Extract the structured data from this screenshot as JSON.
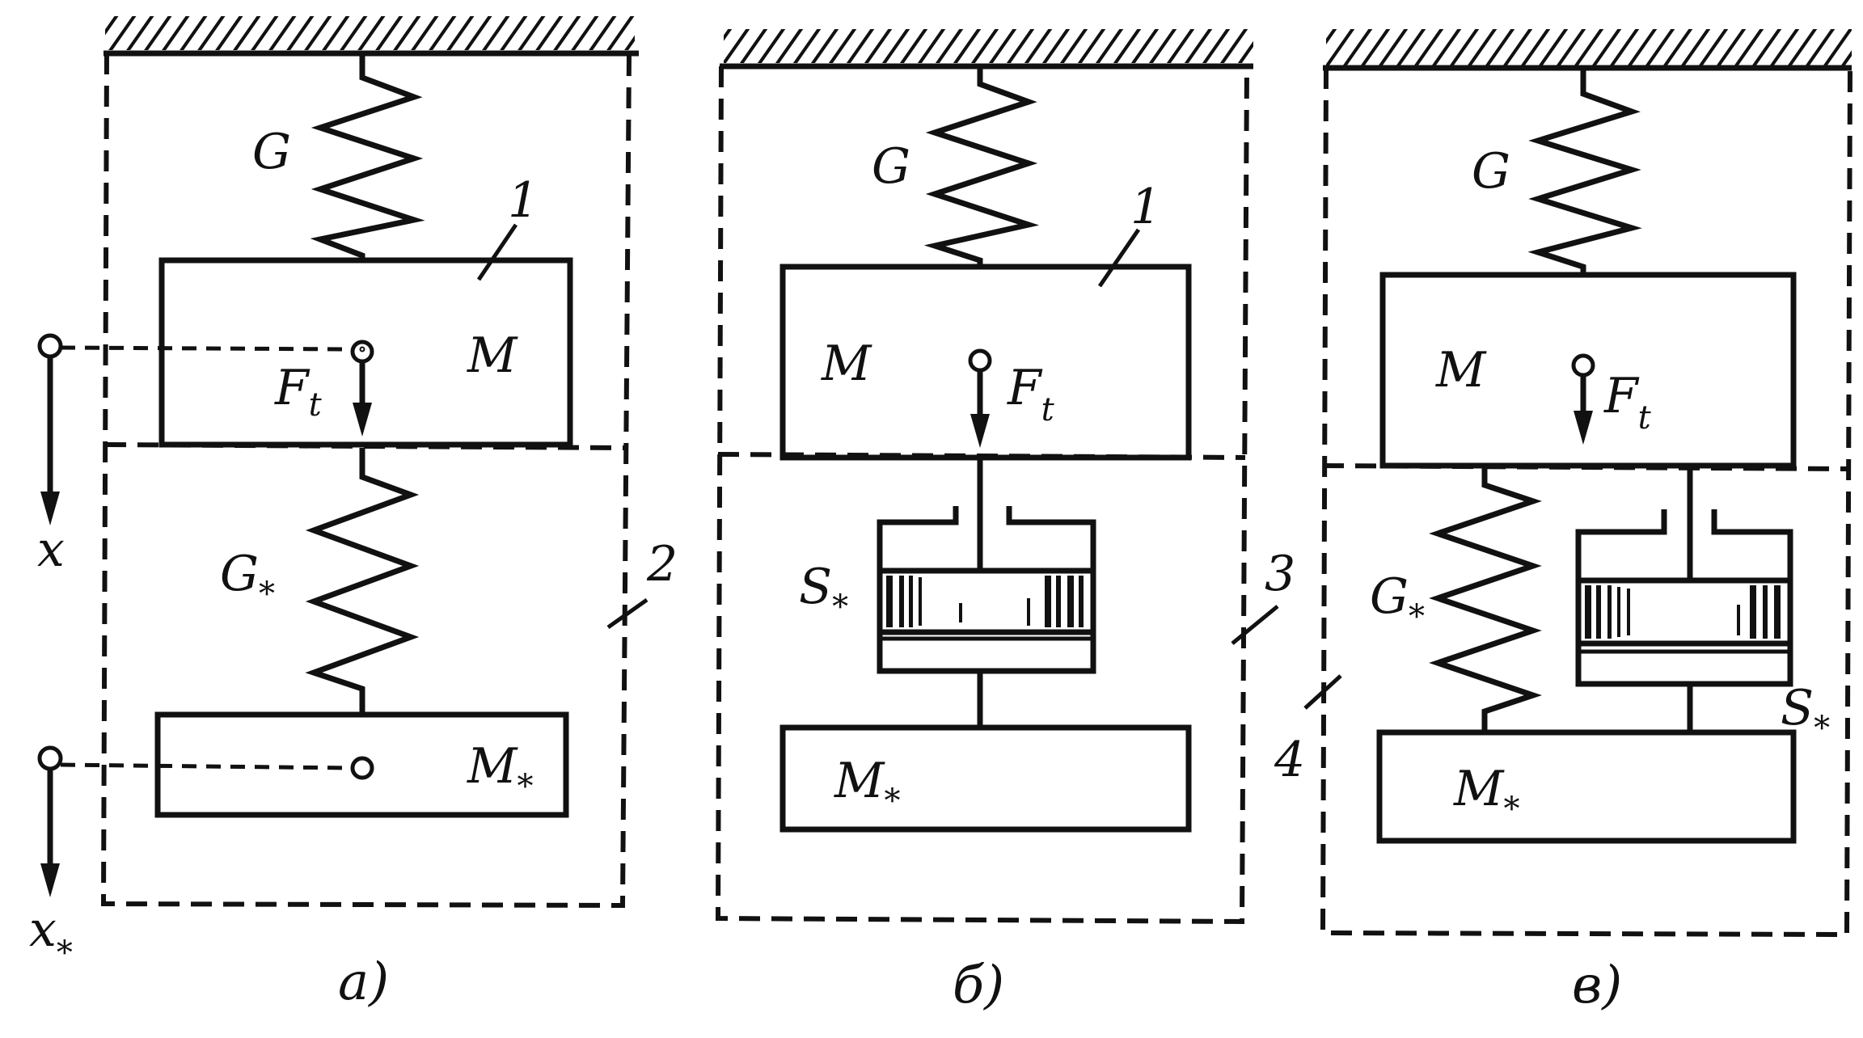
{
  "panels": {
    "a": {
      "caption": "a)",
      "spring_top_label": "G",
      "mass_label": "M",
      "force_label": "F",
      "force_sub": "t",
      "callout_mass": "1",
      "spring_bottom_label": "G",
      "spring_bottom_sub": "*",
      "mass_bottom_label": "M",
      "mass_bottom_sub": "*",
      "callout_box": "2",
      "axis_x_label": "x",
      "axis_xs_label": "x",
      "axis_xs_sub": "*"
    },
    "b": {
      "caption": "б)",
      "spring_top_label": "G",
      "mass_label": "M",
      "force_label": "F",
      "force_sub": "t",
      "callout_mass": "1",
      "damper_label": "S",
      "damper_sub": "*",
      "mass_bottom_label": "M",
      "mass_bottom_sub": "*",
      "callout_box": "3"
    },
    "c": {
      "caption": "в)",
      "spring_top_label": "G",
      "mass_label": "M",
      "force_label": "F",
      "force_sub": "t",
      "spring_bottom_label": "G",
      "spring_bottom_sub": "*",
      "damper_label": "S",
      "damper_sub": "*",
      "mass_bottom_label": "M",
      "mass_bottom_sub": "*",
      "callout_box": "4"
    }
  }
}
